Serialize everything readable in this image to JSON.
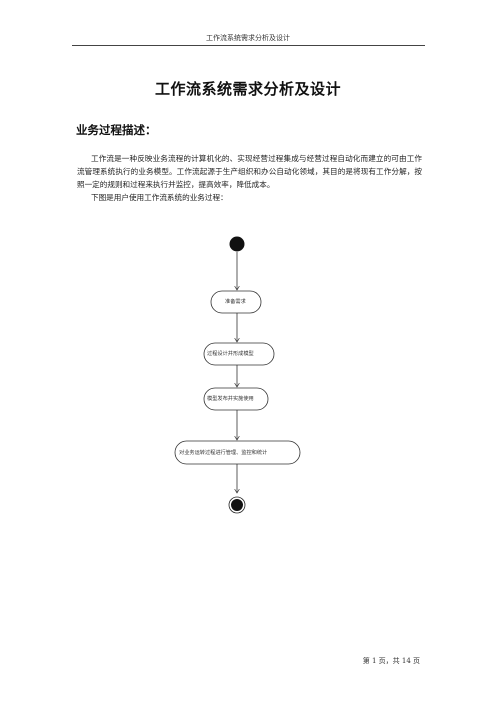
{
  "header": {
    "text": "工作流系统需求分析及设计"
  },
  "title": "工作流系统需求分析及设计",
  "section": {
    "heading": "业务过程描述："
  },
  "paragraphs": [
    "工作流是一种反映业务流程的计算机化的、实现经营过程集成与经营过程自动化而建立的可由工作流管理系统执行的业务模型。工作流起源于生产组织和办公自动化领域，其目的是将现有工作分解，按照一定的规则和过程来执行并监控，提高效率，降低成本。",
    "下图是用户使用工作流系统的业务过程："
  ],
  "diagram": {
    "nodes": [
      {
        "label": "准备需求"
      },
      {
        "label": "过程设计并形成模型"
      },
      {
        "label": "模型发布并实施使用"
      },
      {
        "label": "对业务运转过程进行管理、监控和统计"
      }
    ]
  },
  "footer": {
    "page": "第 1 页，共 14 页"
  }
}
